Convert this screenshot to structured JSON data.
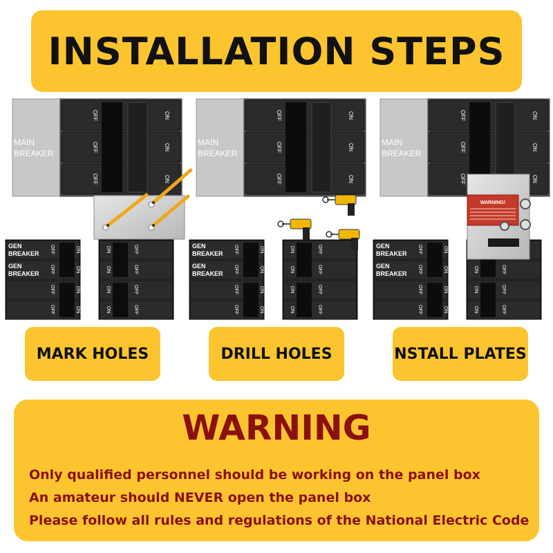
{
  "header": {
    "title": "INSTALLATION STEPS"
  },
  "panels": [
    {
      "main_breaker_label": [
        "MAIN",
        "BREAKER"
      ]
    },
    {
      "main_breaker_label": [
        "MAIN",
        "BREAKER"
      ]
    },
    {
      "main_breaker_label": [
        "MAIN",
        "BREAKER"
      ]
    }
  ],
  "gen_breaker_label": [
    "GEN",
    "BREAKER"
  ],
  "switch_labels": {
    "off": "OFF",
    "on": "ON"
  },
  "plate_warning_label": "WARNING!",
  "steps": [
    {
      "label": "MARK HOLES",
      "tool": "pencil-icon"
    },
    {
      "label": "DRILL HOLES",
      "tool": "drill-icon"
    },
    {
      "label": "NSTALL PLATES",
      "tool": "interlock-plate"
    }
  ],
  "warning": {
    "title": "WARNING",
    "lines": [
      "Only qualified personnel should be working on the panel box",
      "An amateur should NEVER open the panel box",
      "Please follow all rules and regulations of the National Electric Code"
    ]
  },
  "colors": {
    "accent": "#fcc52f",
    "warning_text": "#8b1010",
    "breaker": "#2b2b2b",
    "panel_gray": "#c8c8c8"
  }
}
